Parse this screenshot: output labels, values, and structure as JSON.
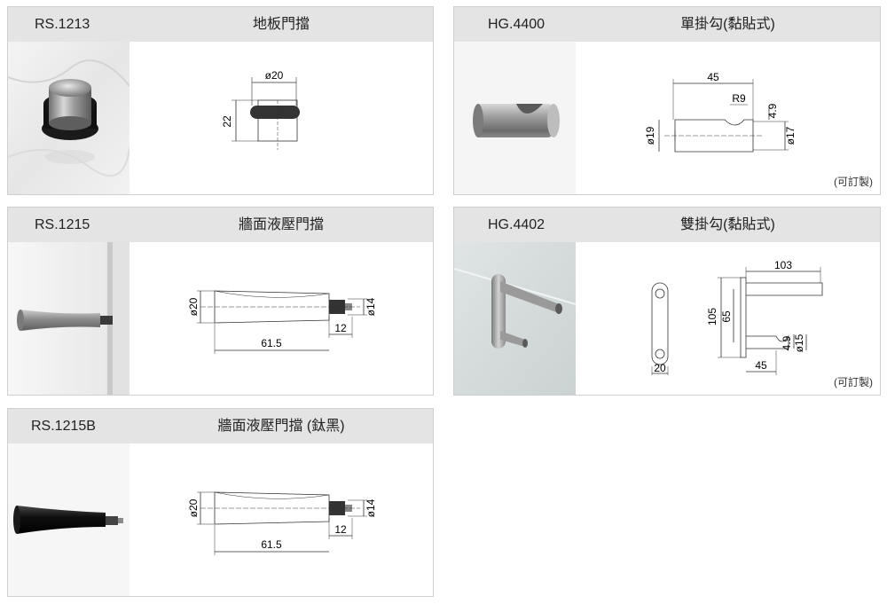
{
  "products": [
    {
      "code": "RS.1213",
      "name": "地板門擋",
      "dims": {
        "dia": "ø20",
        "h": "22"
      }
    },
    {
      "code": "HG.4400",
      "name": "單掛勾(黏貼式)",
      "dims": {
        "len": "45",
        "r": "R9",
        "d1": "4.9",
        "d2": "ø19",
        "d3": "ø17"
      },
      "note": "(可訂製)"
    },
    {
      "code": "RS.1215",
      "name": "牆面液壓門擋",
      "dims": {
        "dia": "ø20",
        "tip": "ø14",
        "pin": "12",
        "len": "61.5"
      }
    },
    {
      "code": "HG.4402",
      "name": "雙掛勾(黏貼式)",
      "dims": {
        "len": "103",
        "h1": "105",
        "h2": "65",
        "d1": "4.9",
        "d2": "ø15",
        "w": "20",
        "hook": "45"
      },
      "note": "(可訂製)"
    },
    {
      "code": "RS.1215B",
      "name": "牆面液壓門擋 (鈦黑)",
      "dims": {
        "dia": "ø20",
        "tip": "ø14",
        "pin": "12",
        "len": "61.5"
      }
    }
  ]
}
